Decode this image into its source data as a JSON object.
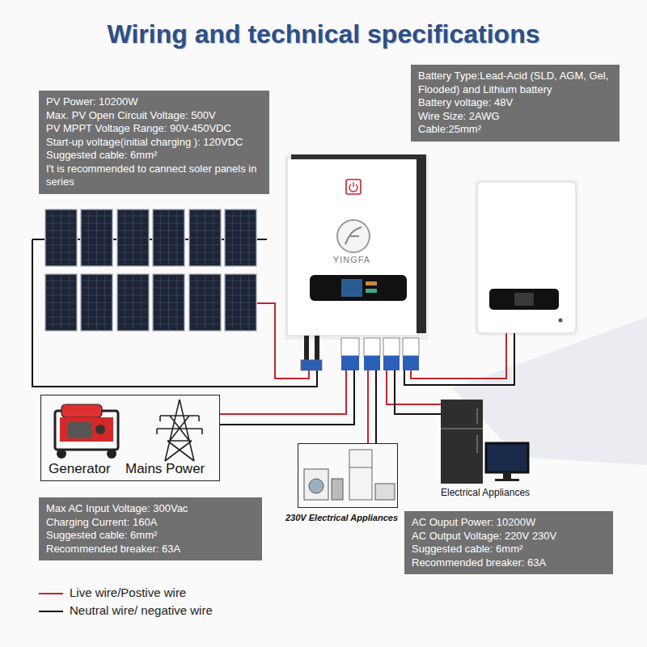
{
  "diagram": {
    "title": "Wiring and technical specifications",
    "nodes": [
      {
        "text": [
          "PV Power: 10200W",
          "Max. PV Open Circuit Voltage: 500V",
          "PV MPPT Voltage Range: 90V-450VDC",
          "Start-up voltage(initial charging ): 120VDC",
          "Suggested cable: 6mm²",
          "I't is recommended to cannect soler panels in series"
        ]
      },
      {
        "text": [
          "Battery Type:Lead-Acid (SLD, AGM, Gel, Flooded) and Lithium battery",
          "Battery voltage: 48V",
          "Wire Size: 2AWG",
          "Cable:25mm²"
        ]
      },
      {
        "text": [
          "YINGFA"
        ]
      },
      {
        "text": [
          "Generator",
          "Mains Power"
        ]
      },
      {
        "text": [
          "Max AC Input Voltage: 300Vac",
          "Charging Current: 160A",
          "Suggested cable: 6mm²",
          "Recommended breaker: 63A"
        ]
      },
      {
        "text": [
          "230V Electrical Appliances"
        ]
      },
      {
        "text": [
          "AC Ouput Power: 10200W",
          "AC Output Voltage: 220V 230V",
          "Suggested cable: 6mm²",
          "Recommended breaker: 63A"
        ]
      }
    ],
    "edges": [
      {
        "from": 2,
        "to": 3,
        "arrow": "none"
      },
      {
        "from": 2,
        "to": 3,
        "arrow": "none"
      },
      {
        "from": 2,
        "to": 5,
        "arrow": "none"
      },
      {
        "from": 2,
        "to": 5,
        "arrow": "none"
      }
    ],
    "labels": [
      "Electrical Appliances"
    ],
    "legend": [
      {
        "text": "Live wire/Postive wire"
      },
      {
        "text": "Neutral wire/ negative wire"
      }
    ]
  }
}
